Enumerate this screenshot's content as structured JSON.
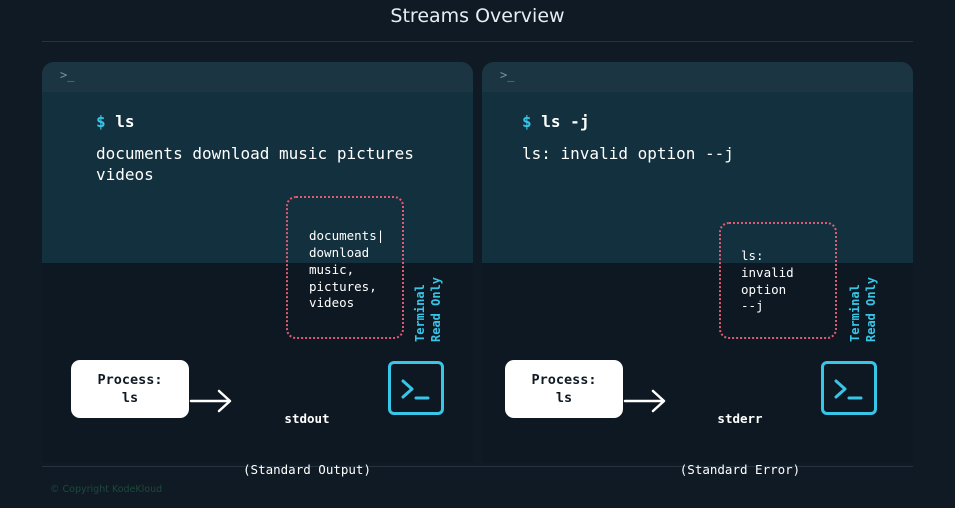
{
  "title": "Streams Overview",
  "prompt_symbol": ">_",
  "left": {
    "prompt": "$",
    "command": "ls",
    "output_lines": [
      "documents download music pictures",
      "videos"
    ],
    "buffer_lines": [
      "documents|",
      "download",
      "music,",
      "pictures,",
      "videos"
    ],
    "terminal_label_line1": "Terminal",
    "terminal_label_line2": "Read Only",
    "process_label": "Process:",
    "process_name": "ls",
    "stream_name": "stdout",
    "stream_desc": "(Standard Output)"
  },
  "right": {
    "prompt": "$",
    "command": "ls -j",
    "output_lines": [
      "ls: invalid option --j"
    ],
    "buffer_lines": [
      "ls:",
      "invalid",
      "option",
      "--j"
    ],
    "terminal_label_line1": "Terminal",
    "terminal_label_line2": "Read Only",
    "process_label": "Process:",
    "process_name": "ls",
    "stream_name": "stderr",
    "stream_desc": "(Standard Error)"
  },
  "copyright": "© Copyright KodeKloud",
  "colors": {
    "accent": "#38c6e8",
    "dotted_border": "#e05a72",
    "background": "#0f1a24"
  }
}
